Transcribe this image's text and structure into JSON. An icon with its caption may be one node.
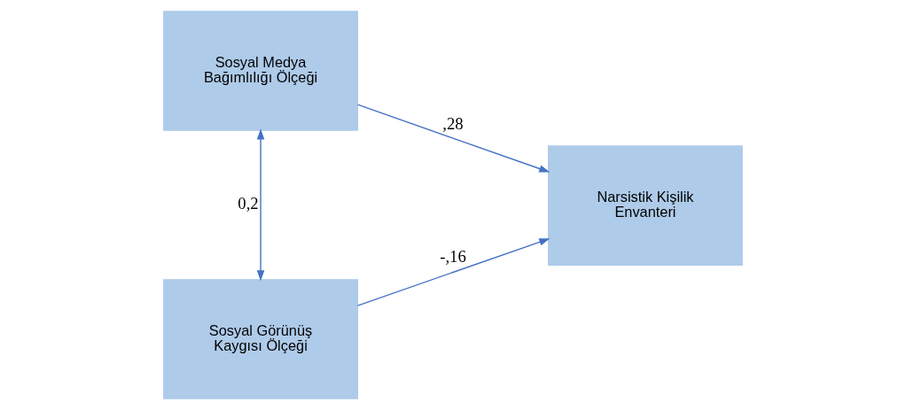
{
  "diagram": {
    "nodes": [
      {
        "text": [
          "Sosyal Medya Bağımlılığı Ölçeği"
        ]
      },
      {
        "text": [
          "Sosyal Görünüş Kaygısı Ölçeği"
        ]
      },
      {
        "text": [
          "Narsistik Kişilik Envanteri"
        ]
      }
    ],
    "edges": [
      {
        "from": 0,
        "to": 2,
        "arrow": "to",
        "label": ",28"
      },
      {
        "from": 1,
        "to": 2,
        "arrow": "to",
        "label": "-,16"
      },
      {
        "from": 0,
        "to": 1,
        "arrow": "both",
        "label": "0,2"
      }
    ]
  }
}
